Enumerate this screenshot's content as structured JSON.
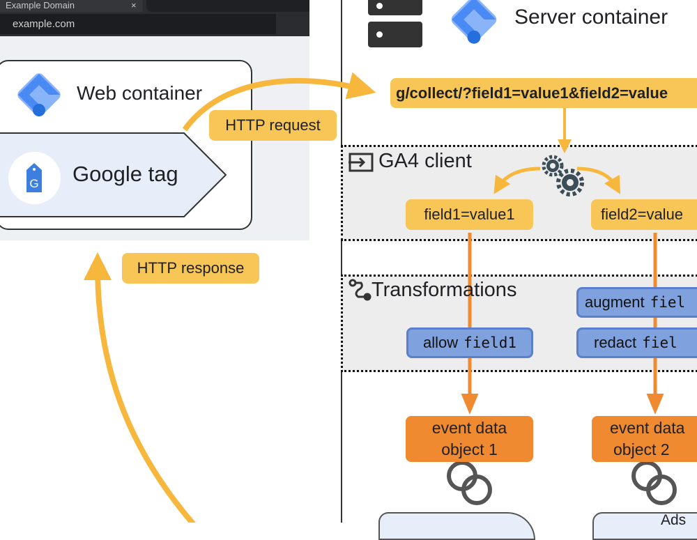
{
  "browser": {
    "tab_title": "Example Domain",
    "tab_close": "×",
    "url": "example.com"
  },
  "web": {
    "container_title": "Web container",
    "tag_label": "Google tag",
    "tag_icon_letter": "G"
  },
  "labels": {
    "http_request": "HTTP request",
    "http_response": "HTTP response"
  },
  "server": {
    "container_title": "Server container",
    "request_url": "g/collect/?field1=value1&field2=value"
  },
  "client": {
    "title": "GA4 client",
    "field1": "field1=value1",
    "field2": "field2=value"
  },
  "transformations": {
    "title": "Transformations",
    "allow_prefix": "allow",
    "allow_field": "field1",
    "augment_prefix": "augment",
    "augment_field": "fiel",
    "redact_prefix": "redact",
    "redact_field": "fiel"
  },
  "events": {
    "object1": [
      "event data",
      "object 1"
    ],
    "object2": [
      "event data",
      "object 2"
    ]
  },
  "destinations": {
    "dest2_label": "Ads"
  },
  "colors": {
    "yellow": "#f8c657",
    "arrow_yellow": "#f6b73c",
    "orange": "#ef8a30",
    "blue": "#7fa1de",
    "panel_gray": "#ededee"
  }
}
